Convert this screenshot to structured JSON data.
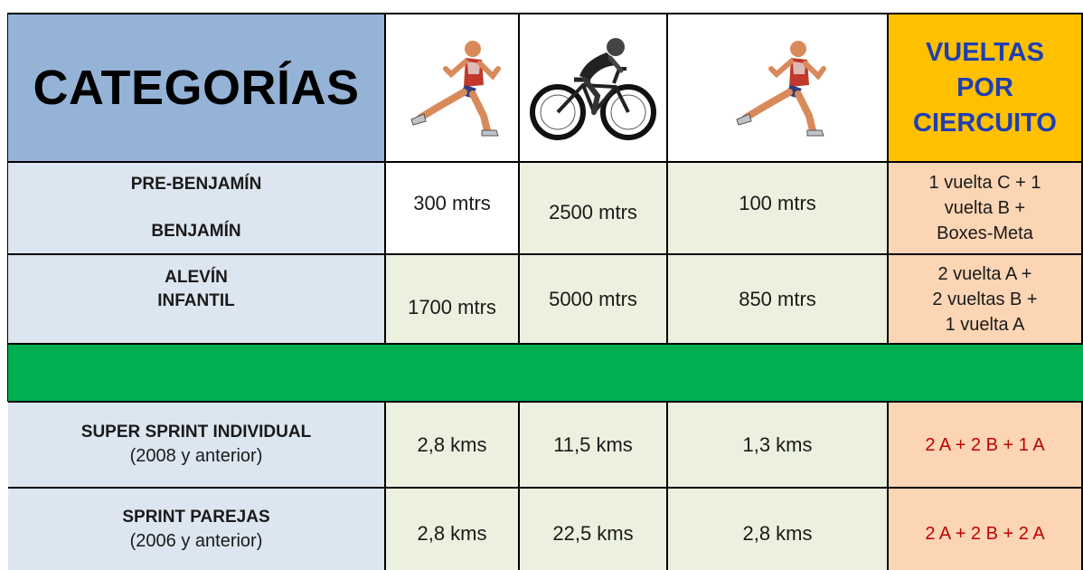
{
  "header": {
    "categories": "CATEGORÍAS",
    "laps_lines": [
      "VUELTAS",
      "POR",
      "CIERCUITO"
    ],
    "icons": [
      "runner-icon",
      "cyclist-icon",
      "runner-icon"
    ]
  },
  "rows": [
    {
      "category_lines": [
        "PRE-BENJAMÍN",
        "BENJAMÍN"
      ],
      "run1": "300 mtrs",
      "bike": "2500 mtrs",
      "run2": "100 mtrs",
      "laps_lines": [
        "1 vuelta C + 1",
        "vuelta B +",
        "Boxes-Meta"
      ]
    },
    {
      "category_lines": [
        "ALEVÍN",
        "INFANTIL"
      ],
      "run1": "1700 mtrs",
      "bike": "5000 mtrs",
      "run2": "850 mtrs",
      "laps_lines": [
        "2 vuelta A +",
        "2 vueltas B +",
        "1 vuelta A"
      ]
    },
    {
      "category": "SUPER SPRINT INDIVIDUAL",
      "category_sub": "(2008 y anterior)",
      "run1": "2,8 kms",
      "bike": "11,5 kms",
      "run2": "1,3 kms",
      "laps": "2 A + 2 B + 1 A"
    },
    {
      "category": "SPRINT PAREJAS",
      "category_sub": "(2006 y anterior)",
      "run1": "2,8 kms",
      "bike": "22,5 kms",
      "run2": "2,8 kms",
      "laps": "2 A + 2 B + 2 A"
    }
  ],
  "colors": {
    "header_categories": "#95b3d7",
    "header_laps": "#ffc000",
    "header_laps_text": "#1f3fb0",
    "category_cells": "#dce6f1",
    "distance_cells": "#ebf1de",
    "laps_cells": "#fcd5b4",
    "separator": "#00b050"
  }
}
